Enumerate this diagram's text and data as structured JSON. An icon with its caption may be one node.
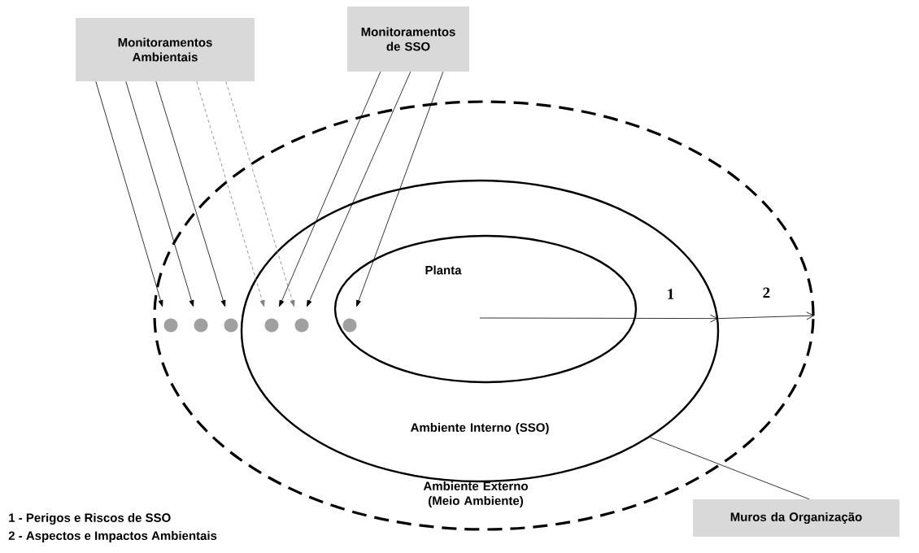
{
  "diagram": {
    "nodes": [
      {
        "text": [
          "Monitoramentos Ambientais"
        ]
      },
      {
        "text": [
          "Monitoramentos de SSO"
        ]
      },
      {
        "text": [
          "Ambiente Externo (Meio Ambiente)"
        ]
      },
      {
        "text": [
          "Ambiente Interno (SSO)"
        ],
        "in": 2
      },
      {
        "text": [
          "Planta"
        ],
        "in": 3
      },
      {
        "text": [],
        "shape": "circle",
        "in": 2
      },
      {
        "text": [],
        "shape": "circle",
        "in": 2
      },
      {
        "text": [],
        "shape": "circle",
        "in": 2
      },
      {
        "text": [],
        "shape": "circle",
        "in": 3
      },
      {
        "text": [],
        "shape": "circle",
        "in": 3
      },
      {
        "text": [],
        "shape": "circle",
        "in": 4
      },
      {
        "text": [
          "Muros da Organização"
        ]
      }
    ],
    "edges": [
      {
        "from": 0,
        "to": 5,
        "arrow": "to"
      },
      {
        "from": 0,
        "to": 6,
        "arrow": "to"
      },
      {
        "from": 0,
        "to": 7,
        "arrow": "to"
      },
      {
        "from": 0,
        "to": 8,
        "arrow": "to",
        "style": "dashed",
        "color": "#808080"
      },
      {
        "from": 0,
        "to": 9,
        "arrow": "to",
        "style": "dashed",
        "color": "#808080"
      },
      {
        "from": 1,
        "to": 8,
        "arrow": "to"
      },
      {
        "from": 1,
        "to": 9,
        "arrow": "to"
      },
      {
        "from": 1,
        "to": 10,
        "arrow": "to"
      },
      {
        "from": null,
        "to": 3,
        "arrow": "to",
        "label": "1"
      },
      {
        "from": 3,
        "to": 2,
        "arrow": "to",
        "label": "2"
      },
      {
        "from": 11,
        "to": 3,
        "arrow": "none"
      }
    ],
    "labels": [
      "1 - Perigos e Riscos de SSO",
      "2 - Aspectos e Impactos Ambientais"
    ]
  }
}
